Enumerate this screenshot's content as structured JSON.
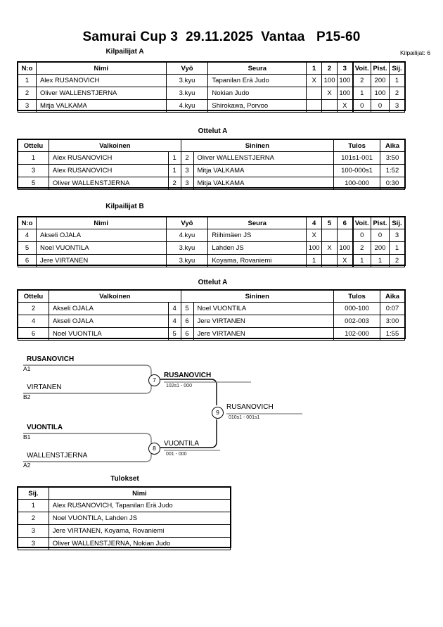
{
  "header": {
    "title": "Samurai Cup 3  29.11.2025  Vantaa   P15-60",
    "entrant_count_label": "Kilpailijat: 6"
  },
  "pool_a": {
    "caption": "Kilpailijat A",
    "columns": [
      "N:o",
      "Nimi",
      "Vyö",
      "Seura",
      "1",
      "2",
      "3",
      "Voit.",
      "Pist.",
      "Sij."
    ],
    "rows": [
      {
        "no": "1",
        "name": "Alex RUSANOVICH",
        "belt": "3.kyu",
        "club": "Tapanilan Erä Judo",
        "m": [
          "X",
          "100",
          "100"
        ],
        "wins": "2",
        "points": "200",
        "rank": "1"
      },
      {
        "no": "2",
        "name": "Oliver WALLENSTJERNA",
        "belt": "3.kyu",
        "club": "Nokian Judo",
        "m": [
          "",
          "X",
          "100"
        ],
        "wins": "1",
        "points": "100",
        "rank": "2"
      },
      {
        "no": "3",
        "name": "Mitja VALKAMA",
        "belt": "4.kyu",
        "club": "Shirokawa, Porvoo",
        "m": [
          "",
          "",
          "X"
        ],
        "wins": "0",
        "points": "0",
        "rank": "3"
      }
    ]
  },
  "matches_a": {
    "caption": "Ottelut A",
    "columns": [
      "Ottelu",
      "Valkoinen",
      "",
      "",
      "Sininen",
      "Tulos",
      "Aika"
    ],
    "rows": [
      {
        "match": "1",
        "white": "Alex RUSANOVICH",
        "white_bold": true,
        "wn": "1",
        "bn": "2",
        "blue": "Oliver WALLENSTJERNA",
        "blue_bold": false,
        "result": "101s1-001",
        "time": "3:50"
      },
      {
        "match": "3",
        "white": "Alex RUSANOVICH",
        "white_bold": true,
        "wn": "1",
        "bn": "3",
        "blue": "Mitja VALKAMA",
        "blue_bold": false,
        "result": "100-000s1",
        "time": "1:52"
      },
      {
        "match": "5",
        "white": "Oliver WALLENSTJERNA",
        "white_bold": true,
        "wn": "2",
        "bn": "3",
        "blue": "Mitja VALKAMA",
        "blue_bold": false,
        "result": "100-000",
        "time": "0:30"
      }
    ]
  },
  "pool_b": {
    "caption": "Kilpailijat B",
    "columns": [
      "N:o",
      "Nimi",
      "Vyö",
      "Seura",
      "4",
      "5",
      "6",
      "Voit.",
      "Pist.",
      "Sij."
    ],
    "rows": [
      {
        "no": "4",
        "name": "Akseli OJALA",
        "belt": "4.kyu",
        "club": "Riihimäen JS",
        "m": [
          "X",
          "",
          ""
        ],
        "wins": "0",
        "points": "0",
        "rank": "3"
      },
      {
        "no": "5",
        "name": "Noel VUONTILA",
        "belt": "3.kyu",
        "club": "Lahden JS",
        "m": [
          "100",
          "X",
          "100"
        ],
        "wins": "2",
        "points": "200",
        "rank": "1"
      },
      {
        "no": "6",
        "name": "Jere VIRTANEN",
        "belt": "3.kyu",
        "club": "Koyama, Rovaniemi",
        "m": [
          "1",
          "",
          "X"
        ],
        "wins": "1",
        "points": "1",
        "rank": "2"
      }
    ]
  },
  "matches_b": {
    "caption": "Ottelut A",
    "columns": [
      "Ottelu",
      "Valkoinen",
      "",
      "",
      "Sininen",
      "Tulos",
      "Aika"
    ],
    "rows": [
      {
        "match": "2",
        "white": "Akseli OJALA",
        "white_bold": false,
        "wn": "4",
        "bn": "5",
        "blue": "Noel VUONTILA",
        "blue_bold": true,
        "result": "000-100",
        "time": "0:07"
      },
      {
        "match": "4",
        "white": "Akseli OJALA",
        "white_bold": false,
        "wn": "4",
        "bn": "6",
        "blue": "Jere VIRTANEN",
        "blue_bold": true,
        "result": "002-003",
        "time": "3:00"
      },
      {
        "match": "6",
        "white": "Noel VUONTILA",
        "white_bold": true,
        "wn": "5",
        "bn": "6",
        "blue": "Jere VIRTANEN",
        "blue_bold": false,
        "result": "102-000",
        "time": "1:55"
      }
    ]
  },
  "bracket": {
    "entries": [
      {
        "name": "RUSANOVICH",
        "seed": "A1",
        "bold": true
      },
      {
        "name": "VIRTANEN",
        "seed": "B2",
        "bold": false
      },
      {
        "name": "VUONTILA",
        "seed": "B1",
        "bold": true
      },
      {
        "name": "WALLENSTJERNA",
        "seed": "A2",
        "bold": false
      }
    ],
    "nodes": [
      {
        "number": "7",
        "winner": "RUSANOVICH",
        "score": "102s1 - 000",
        "bold": true
      },
      {
        "number": "8",
        "winner": "VUONTILA",
        "score": "001 - 000",
        "bold": false
      },
      {
        "number": "9",
        "winner": "RUSANOVICH",
        "score": "010s1 - 001s1",
        "bold": false
      }
    ]
  },
  "results": {
    "caption": "Tulokset",
    "columns": [
      "Sij.",
      "Nimi"
    ],
    "rows": [
      {
        "rank": "1",
        "name": "Alex RUSANOVICH, Tapanilan Erä Judo"
      },
      {
        "rank": "2",
        "name": "Noel VUONTILA, Lahden JS"
      },
      {
        "rank": "3",
        "name": "Jere VIRTANEN, Koyama, Rovaniemi"
      },
      {
        "rank": "3",
        "name": "Oliver WALLENSTJERNA, Nokian Judo"
      }
    ]
  }
}
